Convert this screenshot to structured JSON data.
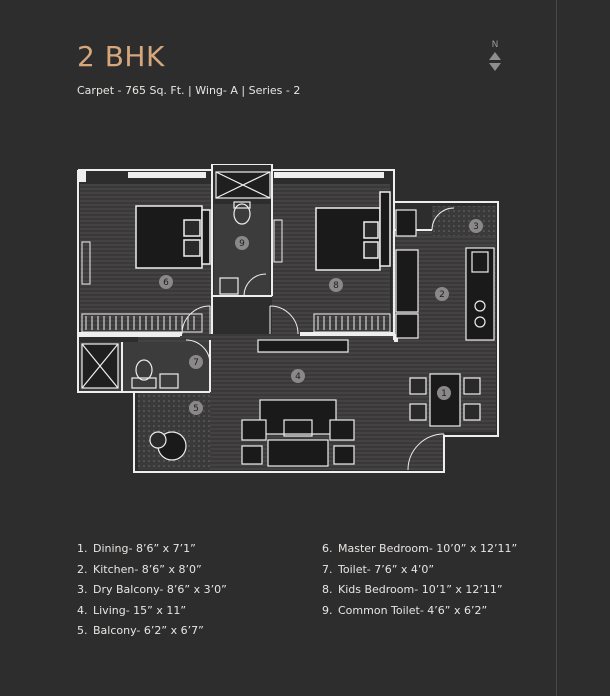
{
  "header": {
    "title": "2 BHK",
    "subtitle": "Carpet - 765 Sq. Ft.  |  Wing- A  |  Series - 2"
  },
  "compass": {
    "label": "N"
  },
  "plan": {
    "markers": [
      {
        "num": "1"
      },
      {
        "num": "2"
      },
      {
        "num": "3"
      },
      {
        "num": "4"
      },
      {
        "num": "5"
      },
      {
        "num": "6"
      },
      {
        "num": "7"
      },
      {
        "num": "8"
      },
      {
        "num": "9"
      }
    ]
  },
  "legend": {
    "left": [
      {
        "num": "1.",
        "text": "Dining- 8’6” x 7’1”"
      },
      {
        "num": "2.",
        "text": "Kitchen- 8’6” x 8’0”"
      },
      {
        "num": "3.",
        "text": "Dry Balcony- 8’6” x 3’0”"
      },
      {
        "num": "4.",
        "text": "Living- 15” x 11”"
      },
      {
        "num": "5.",
        "text": "Balcony- 6’2” x 6’7”"
      }
    ],
    "right": [
      {
        "num": "6.",
        "text": "Master Bedroom- 10’0” x 12’11”"
      },
      {
        "num": "7.",
        "text": "Toilet- 7’6” x 4’0”"
      },
      {
        "num": "8.",
        "text": "Kids Bedroom- 10’1” x 12’11”"
      },
      {
        "num": "9.",
        "text": "Common Toilet- 4’6” x 6’2”"
      }
    ]
  },
  "colors": {
    "background": "#2e2d2d",
    "accent": "#d6a77a",
    "wall": "#eeeeee",
    "marker": "#8a8888"
  }
}
